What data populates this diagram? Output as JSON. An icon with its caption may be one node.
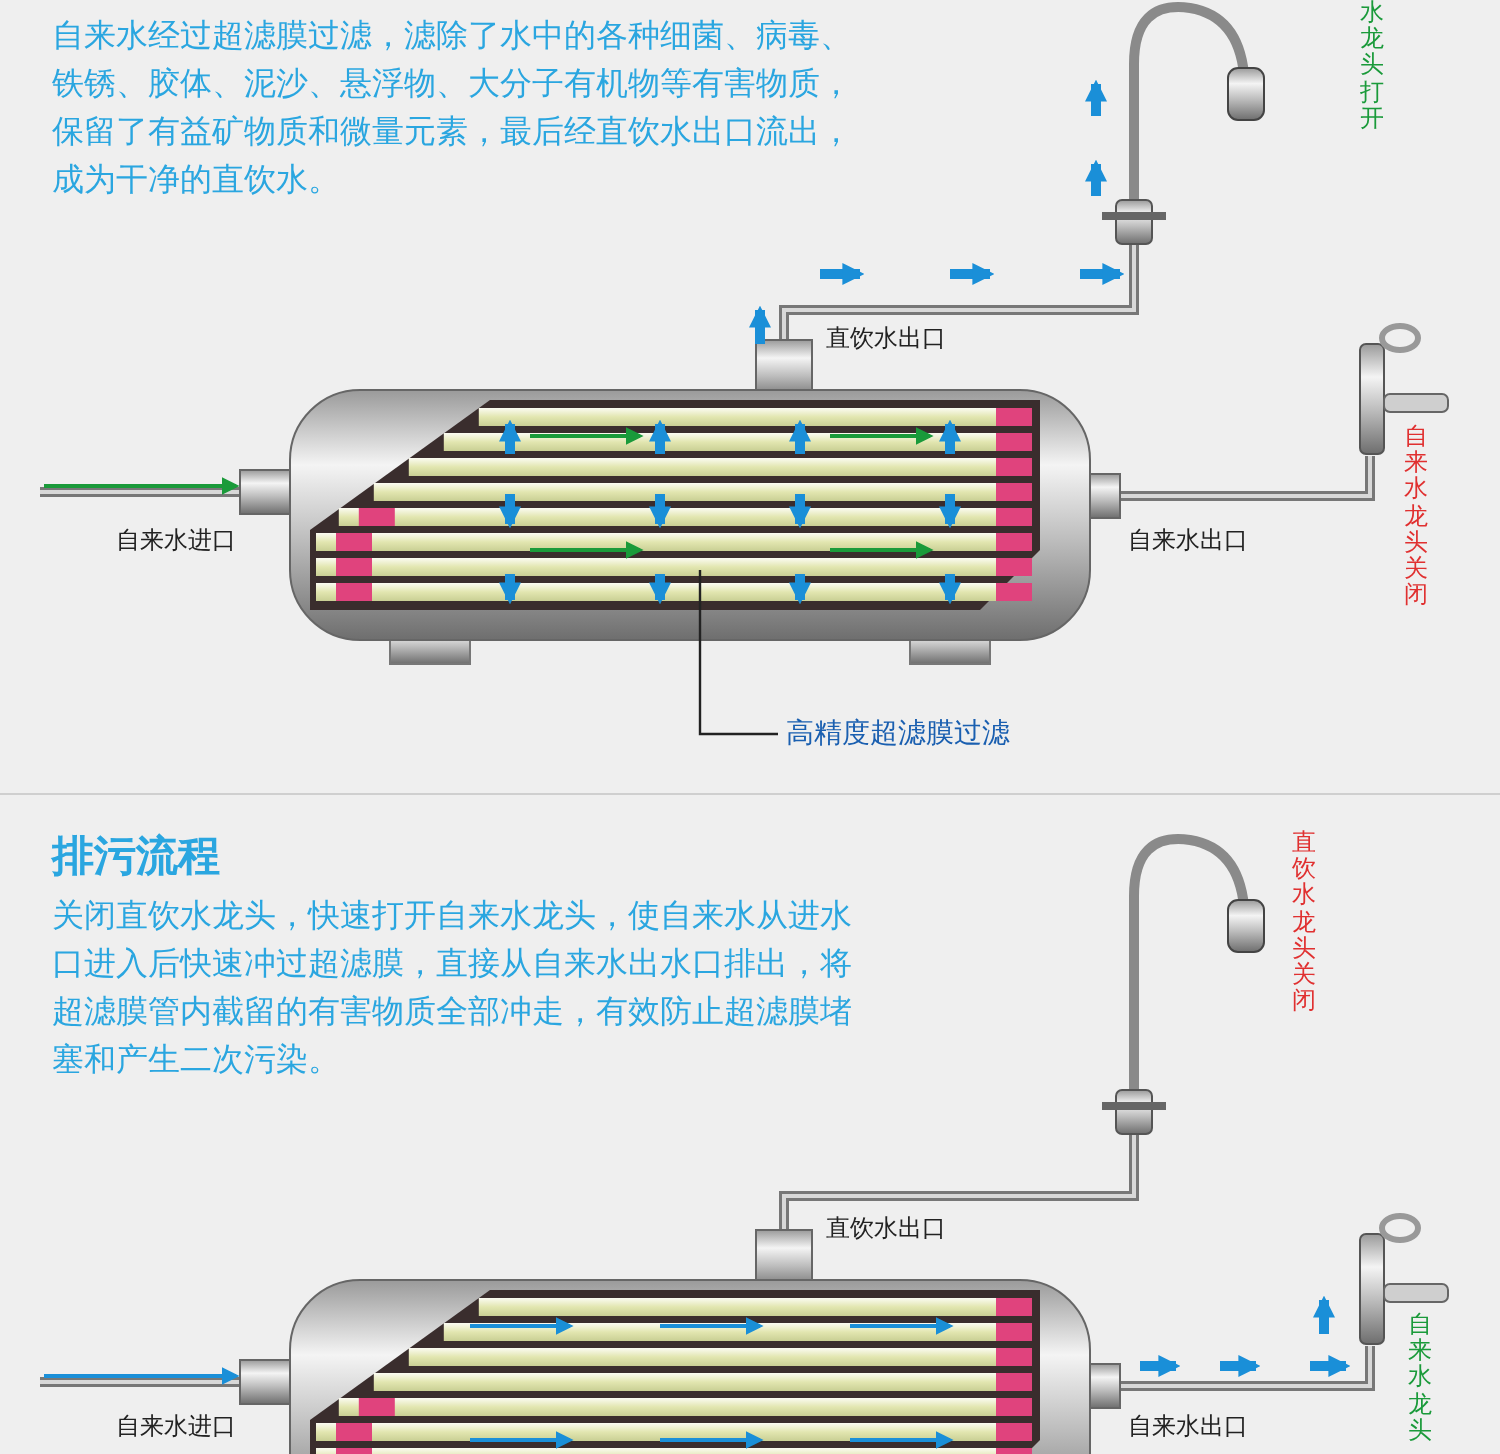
{
  "diagram": {
    "nodes": [
      {
        "text": [],
        "shape": "picture"
      },
      {
        "text": [],
        "shape": "picture"
      },
      {
        "text": [],
        "shape": "picture"
      },
      {
        "text": [
          "高精度超滤膜过滤"
        ]
      },
      {
        "text": [],
        "shape": "picture"
      },
      {
        "text": [],
        "shape": "picture"
      },
      {
        "text": [],
        "shape": "picture"
      }
    ],
    "edges": [
      {
        "from": 2,
        "to": 0,
        "arrow": "none"
      },
      {
        "from": 2,
        "to": 1,
        "arrow": "none"
      },
      {
        "from": null,
        "to": 2,
        "arrow": "none"
      },
      {
        "from": 3,
        "to": 2,
        "arrow": "none",
        "color": "#222222"
      },
      {
        "from": 6,
        "to": 4,
        "arrow": "none"
      },
      {
        "from": 6,
        "to": 5,
        "arrow": "none"
      },
      {
        "from": null,
        "to": 6,
        "arrow": "none"
      }
    ],
    "labels": [
      "自来水经过超滤膜过滤，滤除了水中的各种细菌、病毒、铁锈、胶体、泥沙、悬浮物、大分子有机物等有害物质，保留了有益矿物质和微量元素，最后经直饮水出口流出，成为干净的直饮水。",
      "水龙头打开",
      "直饮水出口",
      "自来水龙头关闭",
      "自来水进口",
      "自来水出口",
      "排污流程",
      "关闭直饮水龙头，快速打开自来水龙头，使自来水从进水口进入后快速冲过超滤膜，直接从自来水出水口排出，将超滤膜管内截留的有害物质全部冲走，有效防止超滤膜堵塞和产生二次污染。",
      "直饮水龙头关闭",
      "直饮水出口",
      "自来水进口",
      "自来水出口",
      "自来水龙头"
    ]
  }
}
